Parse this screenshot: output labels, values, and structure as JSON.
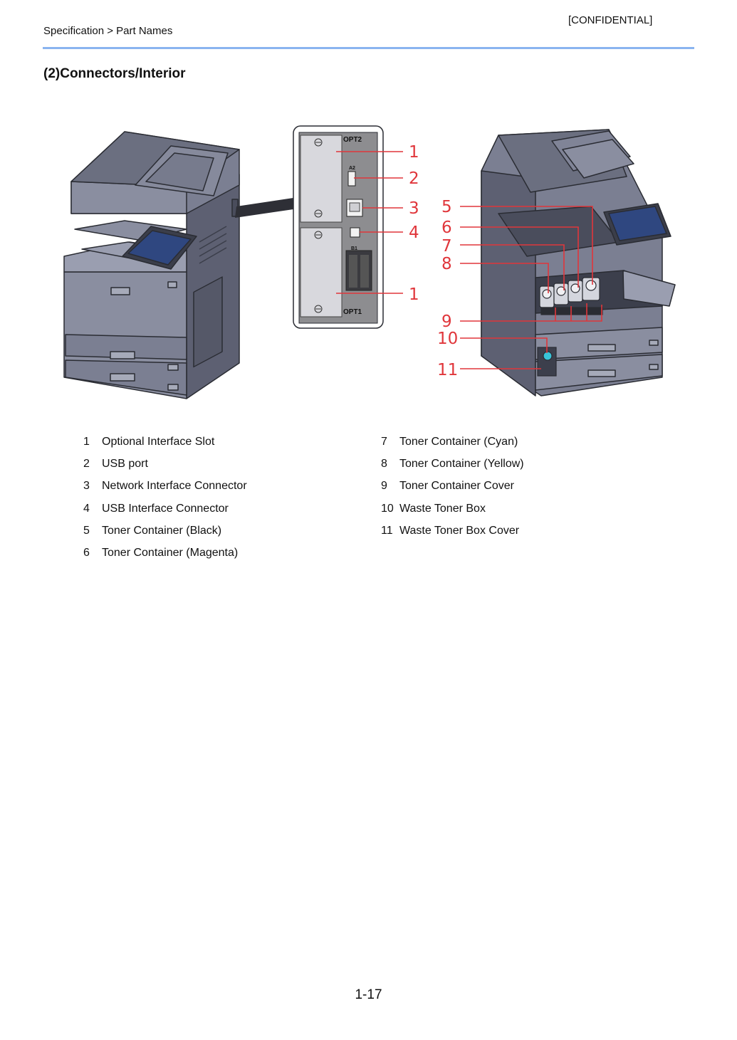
{
  "header": {
    "breadcrumb": "Specification > Part Names",
    "confidential": "[CONFIDENTIAL]"
  },
  "section": {
    "title": "(2)Connectors/Interior"
  },
  "figure": {
    "panel_labels": {
      "opt2": "OPT2",
      "opt1": "OPT1",
      "a2": "A2",
      "b1": "B1"
    },
    "callouts": [
      "1",
      "2",
      "3",
      "4",
      "1",
      "5",
      "6",
      "7",
      "8",
      "9",
      "10",
      "11"
    ],
    "colors": {
      "callout": "#e0363b",
      "machine": "#6b6f80",
      "rule": "#8ab4f0"
    }
  },
  "legend": {
    "left": [
      {
        "num": "1",
        "label": "Optional Interface Slot"
      },
      {
        "num": "2",
        "label": "USB port"
      },
      {
        "num": "3",
        "label": "Network Interface Connector"
      },
      {
        "num": "4",
        "label": "USB Interface Connector"
      },
      {
        "num": "5",
        "label": "Toner Container (Black)"
      },
      {
        "num": "6",
        "label": "Toner Container (Magenta)"
      }
    ],
    "right": [
      {
        "num": "7",
        "label": "Toner Container (Cyan)"
      },
      {
        "num": "8",
        "label": "Toner Container (Yellow)"
      },
      {
        "num": "9",
        "label": "Toner Container Cover"
      },
      {
        "num": "10",
        "label": "Waste Toner Box"
      },
      {
        "num": "11",
        "label": "Waste Toner Box Cover"
      }
    ]
  },
  "footer": {
    "page_number": "1-17"
  }
}
